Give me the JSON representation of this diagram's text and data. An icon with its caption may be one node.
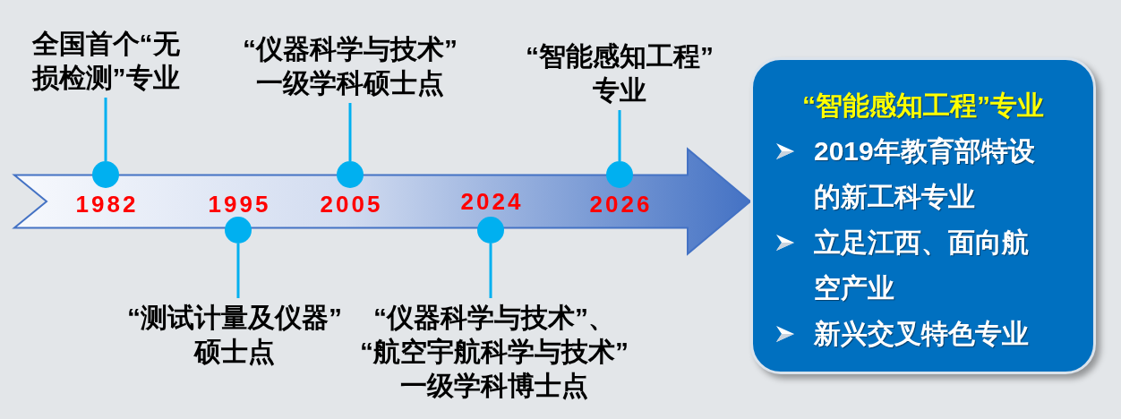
{
  "diagram": {
    "nodes": [
      {
        "text": [
          "全国首个“无损检测”专业"
        ]
      },
      {
        "text": [],
        "shape": "circle",
        "beside": [
          "1982"
        ]
      },
      {
        "text": [],
        "shape": "circle",
        "beside": [
          "1995"
        ]
      },
      {
        "text": [
          "“测试计量及仪器”硕士点"
        ]
      },
      {
        "text": [
          "“仪器科学与技术”一级学科硕士点"
        ]
      },
      {
        "text": [],
        "shape": "circle",
        "beside": [
          "2005"
        ]
      },
      {
        "text": [],
        "shape": "circle",
        "beside": [
          "2024"
        ]
      },
      {
        "text": [
          "“仪器科学与技术”、“航空宇航科学与技术”一级学科博士点"
        ]
      },
      {
        "text": [
          "“智能感知工程”专业"
        ]
      },
      {
        "text": [],
        "shape": "circle",
        "beside": [
          "2026"
        ]
      },
      {
        "text": [
          "“智能感知工程”专业",
          "2019年教育部特设的新工科专业",
          "立足江西、面向航空产业",
          "新兴交叉特色专业"
        ]
      }
    ],
    "edges": [
      {
        "from": 0,
        "to": 1,
        "arrow": "none"
      },
      {
        "from": 3,
        "to": 2,
        "arrow": "none"
      },
      {
        "from": 4,
        "to": 5,
        "arrow": "none"
      },
      {
        "from": 7,
        "to": 6,
        "arrow": "none"
      },
      {
        "from": 8,
        "to": 9,
        "arrow": "none"
      },
      {
        "from": null,
        "to": 10,
        "arrow": "to",
        "style": "thick",
        "color": "#4472c4"
      }
    ]
  }
}
